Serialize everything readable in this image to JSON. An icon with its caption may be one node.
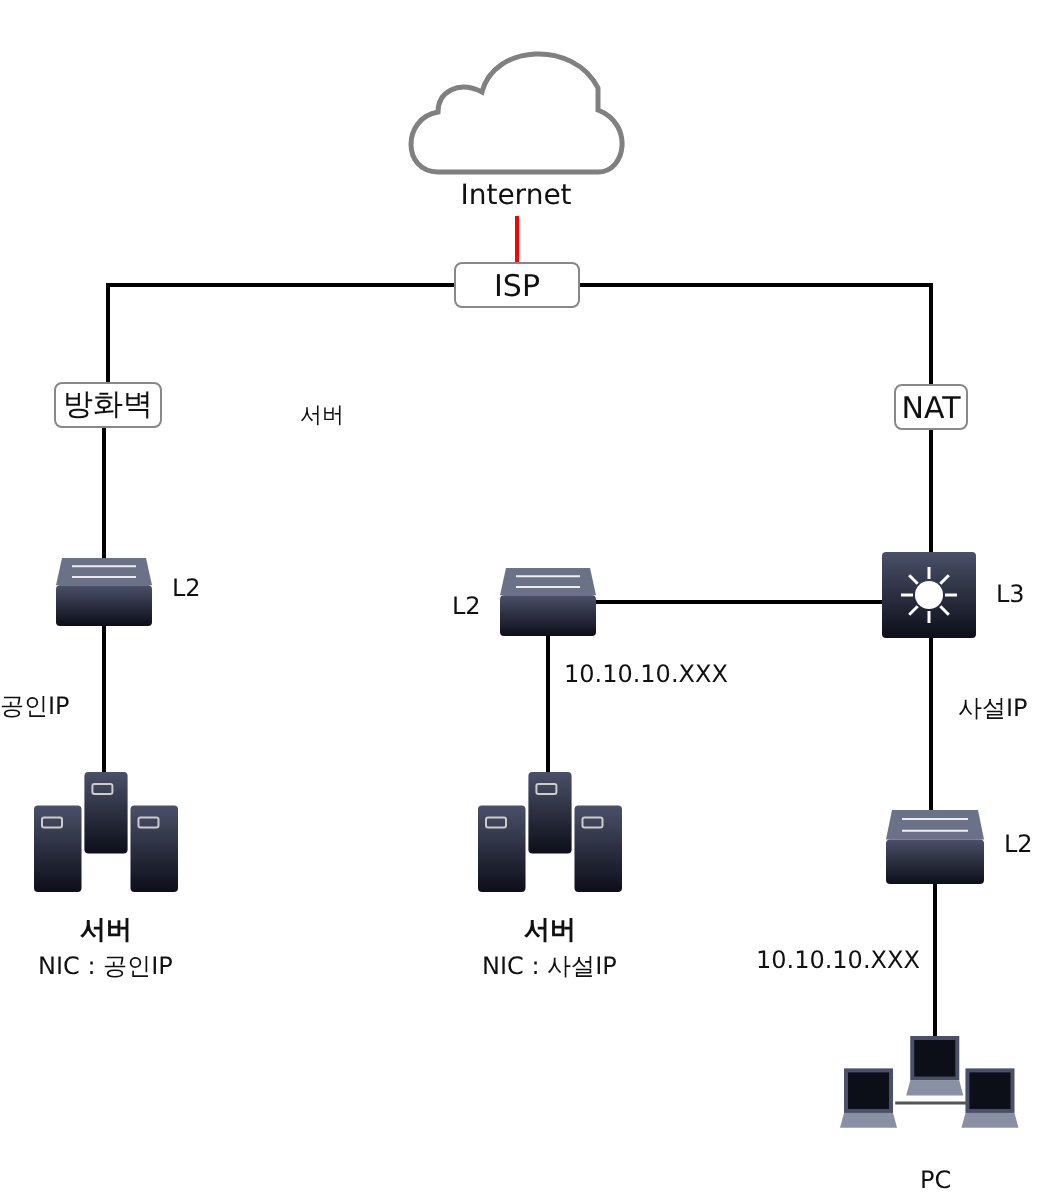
{
  "diagram": {
    "nodes": [
      {
        "text": [
          "Internet"
        ]
      },
      {
        "text": [
          "ISP"
        ]
      },
      {
        "text": [
          "방화벽"
        ]
      },
      {
        "text": [
          "NAT"
        ]
      },
      {
        "text": [],
        "shape": "picture",
        "beside": [
          "L2"
        ]
      },
      {
        "text": [],
        "shape": "picture",
        "beside": [
          "서버",
          "NIC : 공인IP"
        ]
      },
      {
        "text": [],
        "shape": "picture",
        "beside": [
          "L2"
        ]
      },
      {
        "text": [],
        "shape": "picture",
        "beside": [
          "서버",
          "NIC : 사설IP"
        ]
      },
      {
        "text": [],
        "shape": "picture",
        "beside": [
          "L3"
        ]
      },
      {
        "text": [],
        "shape": "picture",
        "beside": [
          "L2"
        ]
      },
      {
        "text": [],
        "shape": "picture",
        "beside": [
          "PC"
        ]
      }
    ],
    "edges": [
      {
        "from": 0,
        "to": 1,
        "arrow": "none",
        "color": "#ff0000"
      },
      {
        "from": 1,
        "to": 2,
        "arrow": "none"
      },
      {
        "from": 1,
        "to": 3,
        "arrow": "none"
      },
      {
        "from": 2,
        "to": 4,
        "arrow": "none"
      },
      {
        "from": 4,
        "to": 5,
        "arrow": "none",
        "label": "공인IP"
      },
      {
        "from": 6,
        "to": 8,
        "arrow": "none"
      },
      {
        "from": 6,
        "to": 7,
        "arrow": "none",
        "label": "10.10.10.XXX"
      },
      {
        "from": 3,
        "to": 8,
        "arrow": "none"
      },
      {
        "from": 8,
        "to": 9,
        "arrow": "none",
        "label": "사설IP"
      },
      {
        "from": 9,
        "to": 10,
        "arrow": "none",
        "label": "10.10.10.XXX"
      }
    ],
    "labels": [
      "서버"
    ]
  }
}
